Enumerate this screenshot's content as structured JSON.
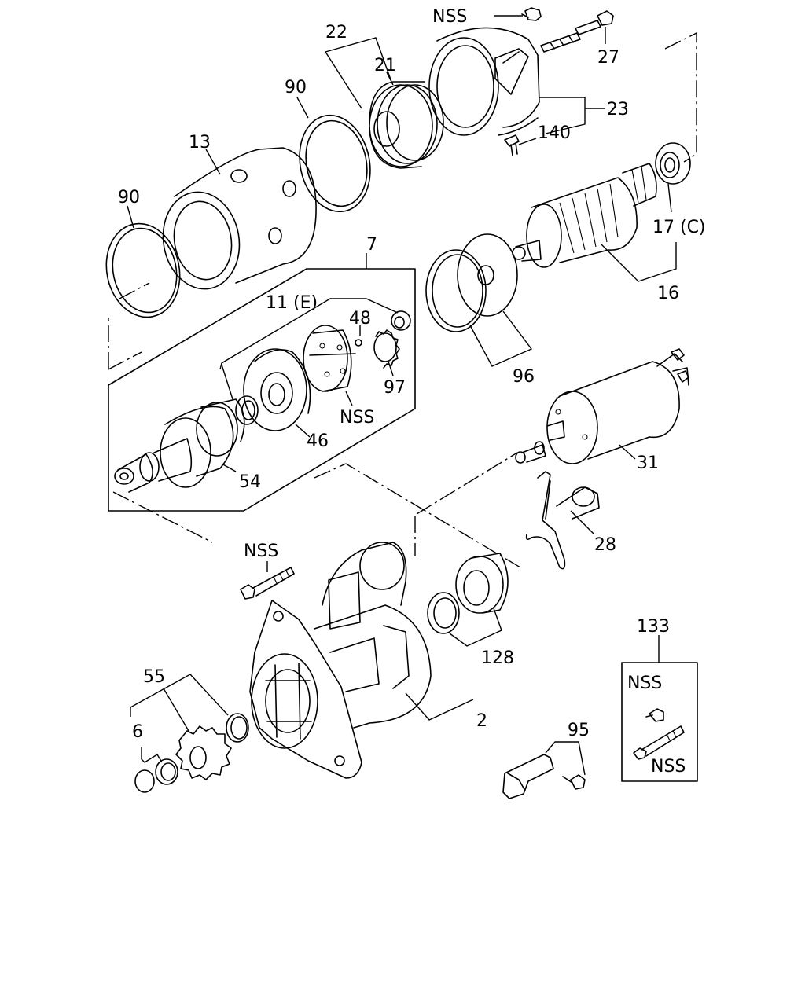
{
  "labels": {
    "nss_top": "NSS",
    "p22": "22",
    "p21": "21",
    "p27": "27",
    "p23": "23",
    "p140": "140",
    "p90_top": "90",
    "p13": "13",
    "p90_left": "90",
    "p7": "7",
    "p11e": "11 (E)",
    "p48": "48",
    "p97": "97",
    "nss_mid": "NSS",
    "p46": "46",
    "p54": "54",
    "p17c": "17 (C)",
    "p16": "16",
    "p96": "96",
    "p31": "31",
    "p28": "28",
    "nss_bolt": "NSS",
    "p128": "128",
    "p2": "2",
    "p55": "55",
    "p6": "6",
    "p133": "133",
    "nss_box1": "NSS",
    "nss_box2": "NSS",
    "p95": "95"
  }
}
